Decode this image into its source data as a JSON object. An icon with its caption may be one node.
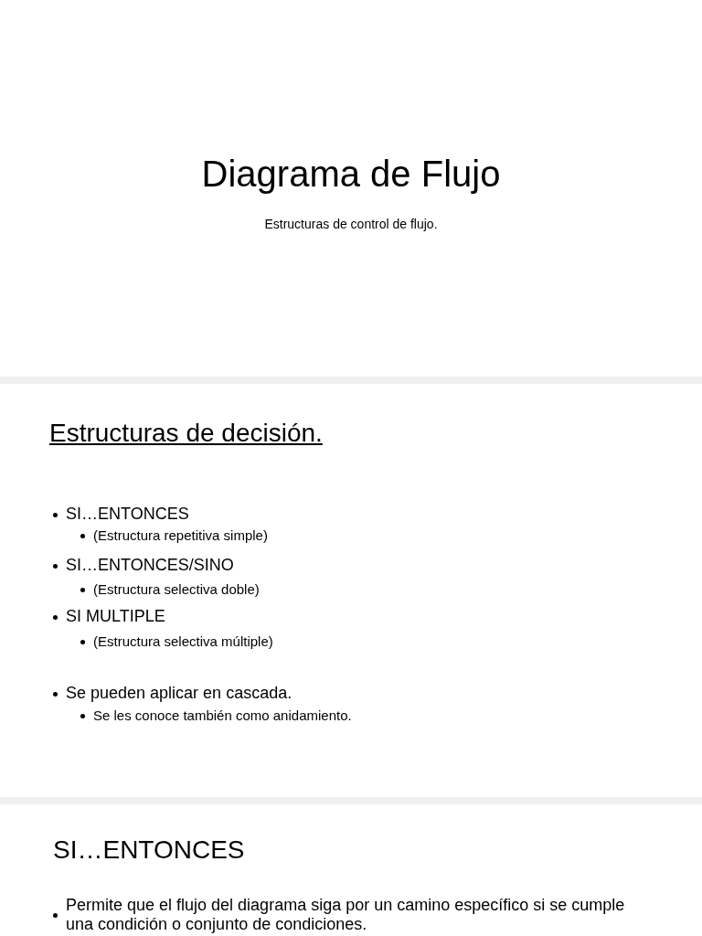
{
  "diagram": {
    "title": "Diagrama de Flujo",
    "labels": [
      "Estructuras de control de flujo.",
      "Estructuras de decisión.",
      "SI…ENTONCES",
      "(Estructura repetitiva simple)",
      "SI…ENTONCES/SINO",
      "(Estructura selectiva doble)",
      "SI MULTIPLE",
      "(Estructura selectiva múltiple)",
      "Se pueden aplicar en cascada.",
      "Se les conoce también como anidamiento.",
      "SI…ENTONCES",
      "Permite que el flujo del diagrama siga por un camino específico si se cumple una condición o conjunto de condiciones."
    ]
  }
}
